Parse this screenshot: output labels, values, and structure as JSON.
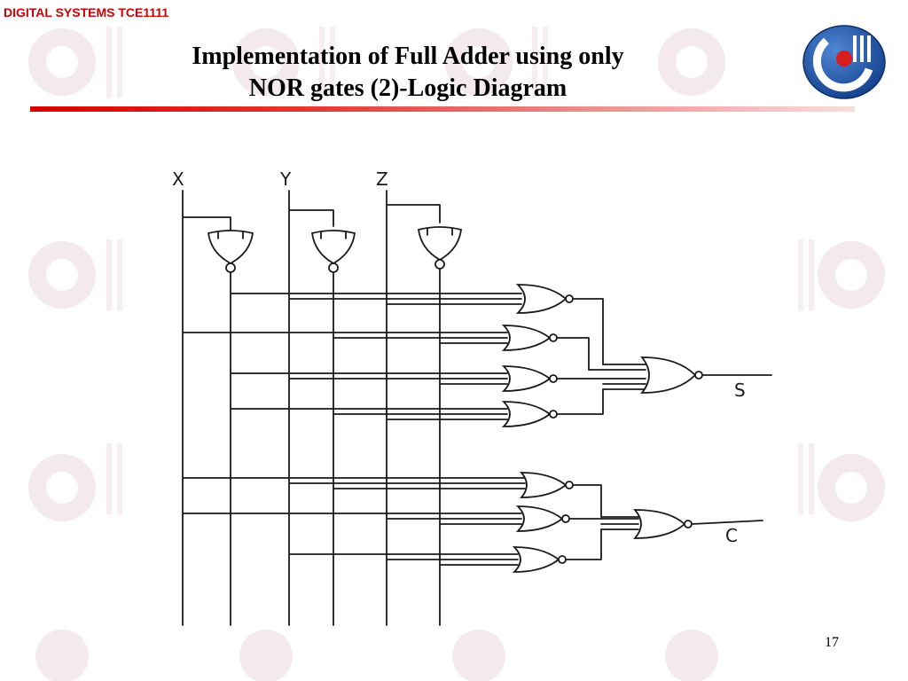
{
  "header": {
    "course_label": "DIGITAL SYSTEMS TCE1111",
    "title_line1": "Implementation of Full Adder using only",
    "title_line2": "NOR gates (2)-Logic Diagram"
  },
  "diagram": {
    "inputs": [
      "X",
      "Y",
      "Z"
    ],
    "outputs": [
      "S",
      "C"
    ]
  },
  "footer": {
    "page_number": "17"
  },
  "colors": {
    "accent": "#cc0000",
    "watermark": "#f3e6ea"
  }
}
